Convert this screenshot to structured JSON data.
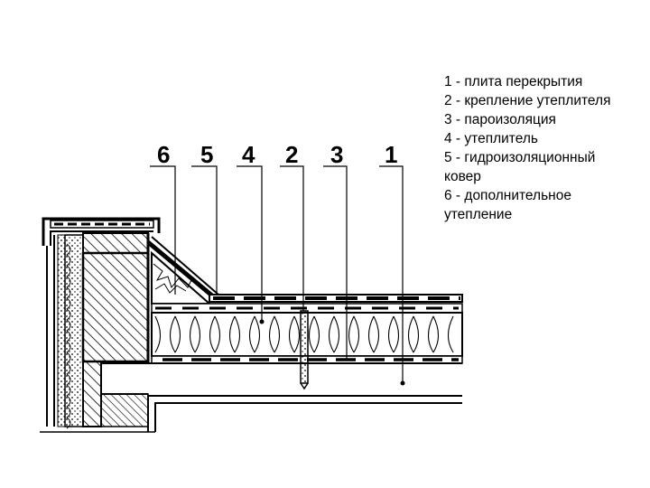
{
  "diagram": {
    "callouts": [
      {
        "id": "callout-6",
        "label": "6"
      },
      {
        "id": "callout-5",
        "label": "5"
      },
      {
        "id": "callout-4",
        "label": "4"
      },
      {
        "id": "callout-2",
        "label": "2"
      },
      {
        "id": "callout-3",
        "label": "3"
      },
      {
        "id": "callout-1",
        "label": "1"
      }
    ]
  },
  "legend": {
    "lines": [
      "1 - плита перекрытия",
      "2 - крепление утеплителя",
      "3 - пароизоляция",
      "4 - утеплитель",
      "5 - гидроизоляционный",
      "ковер",
      "6 - дополнительное",
      "утепление"
    ]
  }
}
